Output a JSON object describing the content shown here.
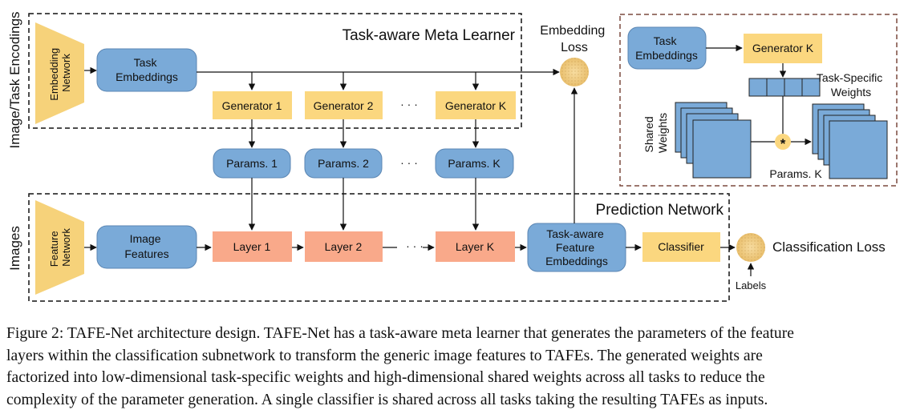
{
  "side_labels": {
    "top": "Image/Task Encodings",
    "bottom": "Images"
  },
  "region_titles": {
    "meta_learner": "Task-aware Meta Learner",
    "prediction": "Prediction Network",
    "embedding_loss": [
      "Embedding",
      "Loss"
    ],
    "classification_loss": "Classification Loss"
  },
  "networks": {
    "embedding": [
      "Embedding",
      "Network"
    ],
    "feature": [
      "Feature",
      "Network"
    ]
  },
  "boxes": {
    "task_embeddings": [
      "Task",
      "Embeddings"
    ],
    "image_features": [
      "Image",
      "Features"
    ],
    "generator_1": "Generator 1",
    "generator_2": "Generator 2",
    "generator_k": "Generator K",
    "params_1": "Params. 1",
    "params_2": "Params. 2",
    "params_k": "Params. K",
    "layer_1": "Layer 1",
    "layer_2": "Layer 2",
    "layer_k": "Layer K",
    "task_aware_feature": [
      "Task-aware",
      "Feature",
      "Embeddings"
    ],
    "classifier": "Classifier",
    "labels": "Labels",
    "ellipsis": "· · ·"
  },
  "inset": {
    "task_embeddings": [
      "Task",
      "Embeddings"
    ],
    "generator_k": "Generator K",
    "task_specific_weights": [
      "Task-Specific",
      "Weights"
    ],
    "shared_weights": [
      "Shared",
      "Weights"
    ],
    "params_k": "Params. K",
    "operator": "*"
  },
  "caption": [
    "Figure 2: TAFE-Net architecture design. TAFE-Net has a task-aware meta learner that generates the parameters of the feature",
    "layers within the classification subnetwork to transform the generic image features to TAFEs. The generated weights are",
    "factorized into low-dimensional task-specific weights and high-dimensional shared weights across all tasks to reduce the",
    "complexity of the parameter generation. A single classifier is shared across all tasks taking the resulting TAFEs as inputs."
  ],
  "colors": {
    "blue_box": "#7aaad8",
    "blue_stroke": "#5b86b3",
    "gold_box": "#fbd77f",
    "salmon_box": "#f9a98a",
    "network_trapezoid": "#f6d27a",
    "inset_border": "#7b4a3f"
  }
}
